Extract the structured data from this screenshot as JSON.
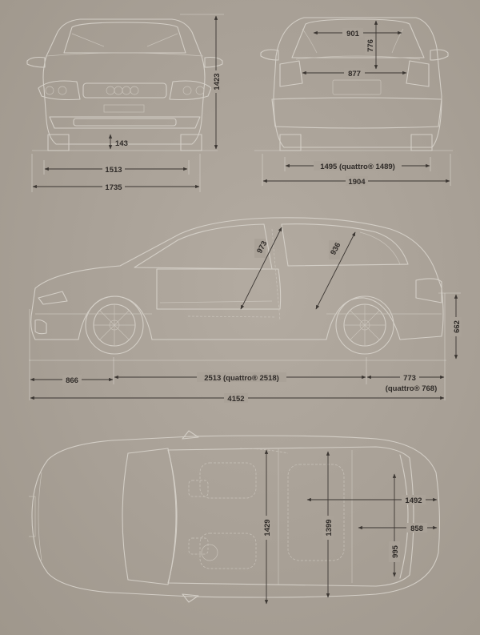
{
  "dimensions": {
    "front_height": "1423",
    "ground_clearance": "143",
    "front_track": "1513",
    "width_front_view": "1735",
    "rear_upper_width": "901",
    "rear_headroom": "776",
    "rear_shoulder_width": "877",
    "rear_track": "1495 (quattro® 1489)",
    "width_with_mirrors": "1904",
    "front_headroom_side": "973",
    "rear_headroom_side": "936",
    "rear_overhang_height": "662",
    "front_overhang": "866",
    "wheelbase": "2513 (quattro® 2518)",
    "rear_overhang_line1": "773",
    "rear_overhang_line2": "(quattro® 768)",
    "overall_length": "4152",
    "front_interior_width": "1429",
    "rear_interior_width": "1399",
    "luggage_length": "1492",
    "luggage_length_short": "858",
    "luggage_width": "995"
  }
}
